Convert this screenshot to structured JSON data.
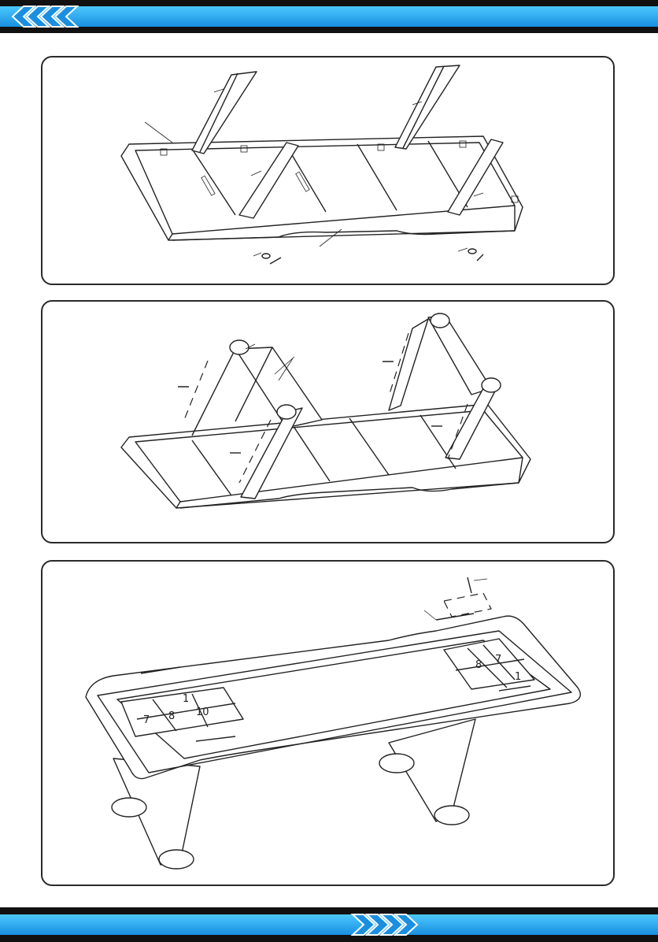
{
  "header": {
    "chevron_icon": "chevron-left-icon",
    "accent": "#2aa8f2"
  },
  "footer": {
    "chevron_icon": "chevron-right-icon",
    "accent": "#2aa8f2",
    "page_number": ""
  },
  "steps": [
    {
      "id": "step-1",
      "description_icon": "leg-attachment-icon"
    },
    {
      "id": "step-2",
      "description_icon": "leg-mounting-icon"
    },
    {
      "id": "step-3",
      "description_icon": "assembled-table-icon"
    }
  ],
  "scoring_zone": {
    "numbers": [
      "1",
      "7",
      "8",
      "10",
      "8",
      "7",
      "1"
    ]
  }
}
